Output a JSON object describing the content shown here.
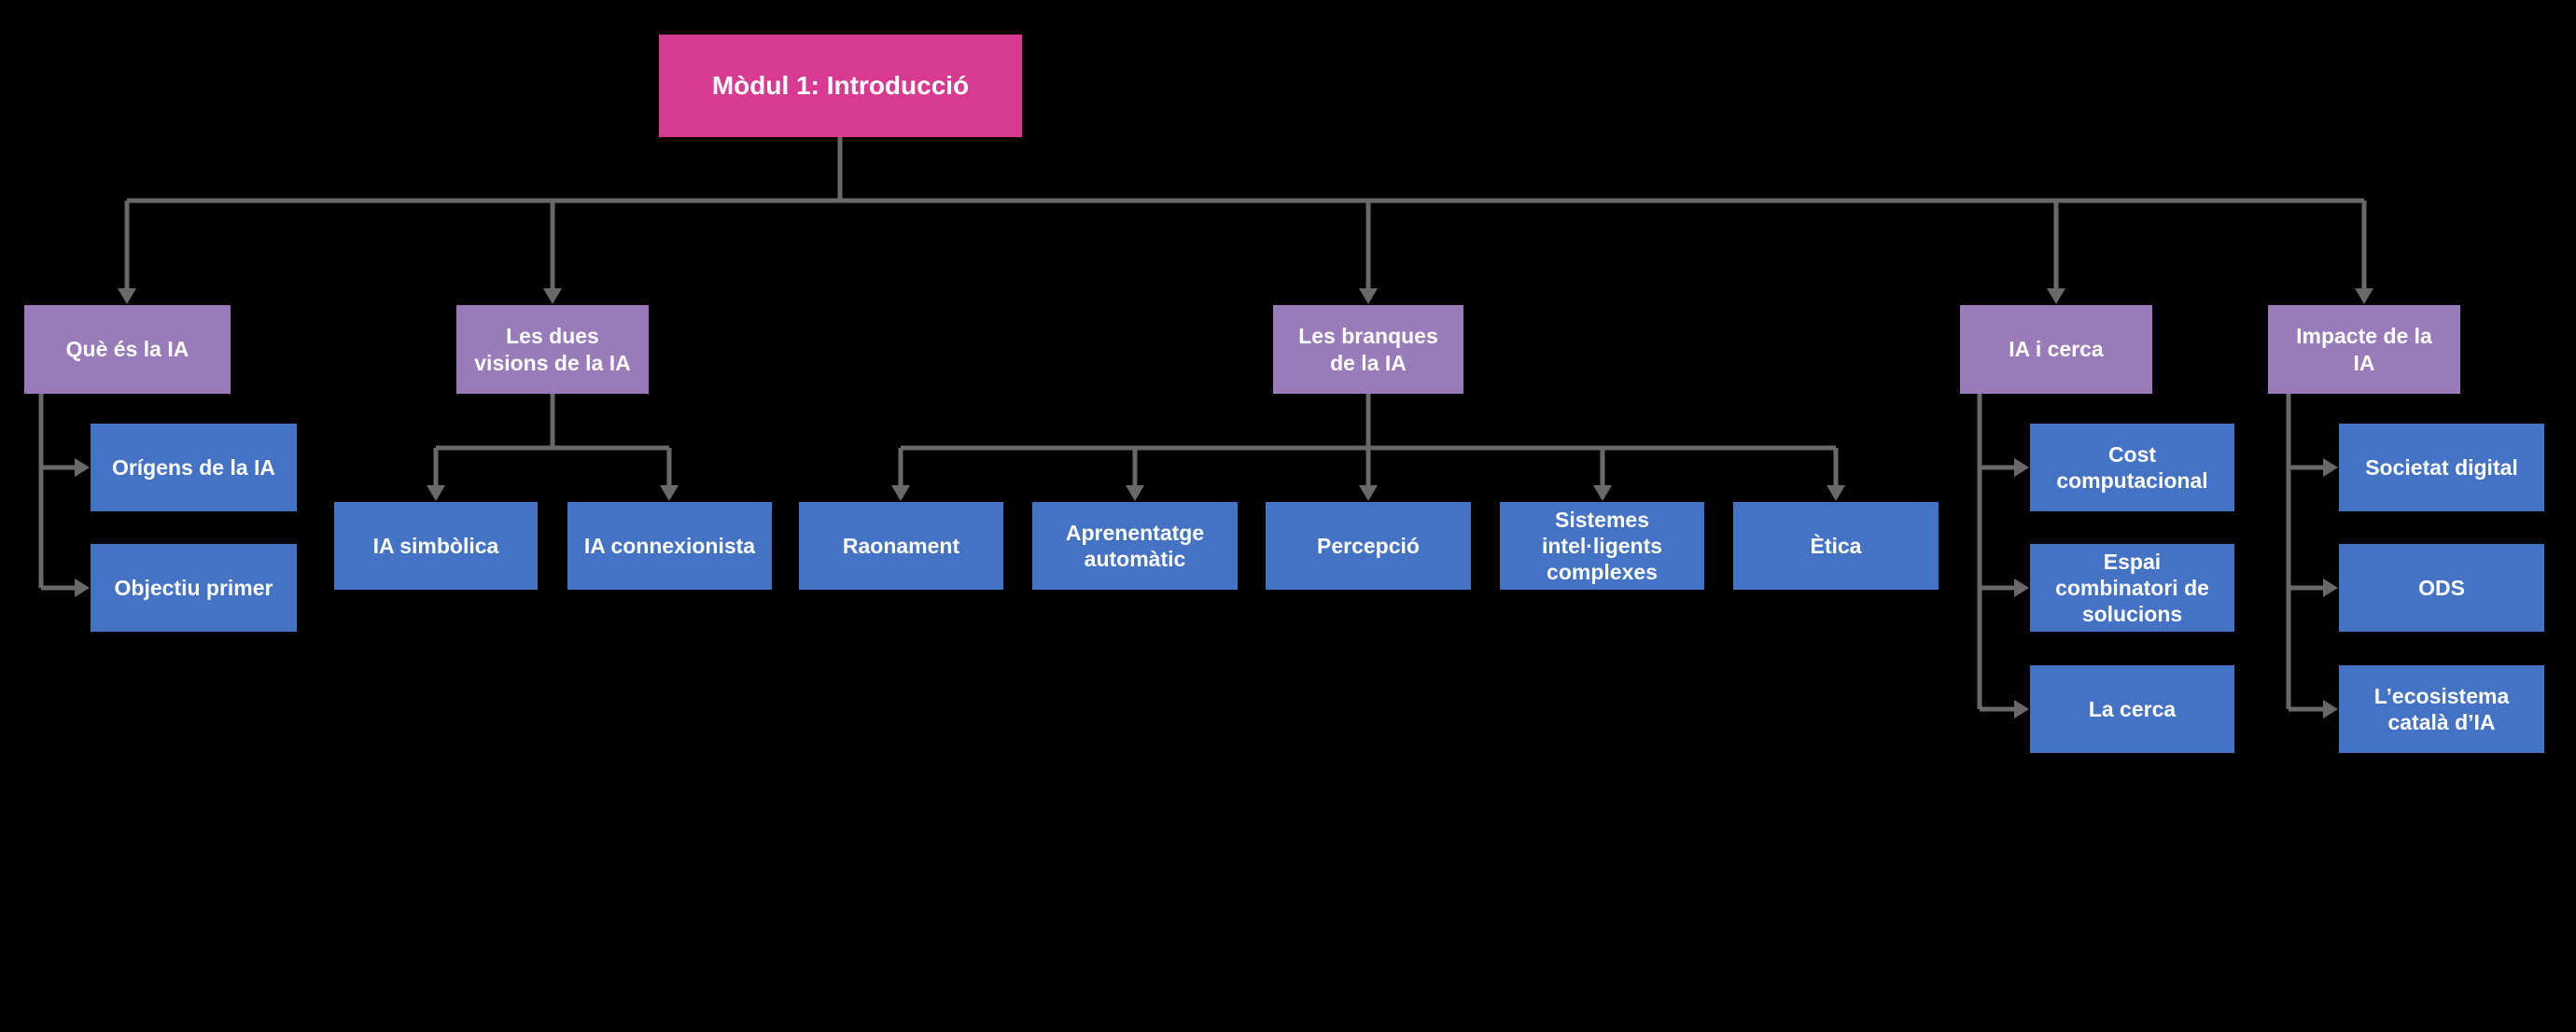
{
  "colors": {
    "pink": "#D83A92",
    "purple": "#9A7BB9",
    "blue": "#4472C4",
    "wire": "#696969"
  },
  "root": {
    "label": "Mòdul 1: Introducció"
  },
  "groups": [
    {
      "parent": {
        "label": "Què és la IA"
      },
      "children": [
        {
          "label": "Orígens de la IA"
        },
        {
          "label": "Objectiu primer"
        }
      ]
    },
    {
      "parent": {
        "label": "Les dues\nvisions de la IA"
      },
      "children": [
        {
          "label": "IA simbòlica"
        },
        {
          "label": "IA connexionista"
        }
      ]
    },
    {
      "parent": {
        "label": "Les branques\nde la IA"
      },
      "children": [
        {
          "label": "Raonament"
        },
        {
          "label": "Aprenentatge\nautomàtic"
        },
        {
          "label": "Percepció"
        },
        {
          "label": "Sistemes\nintel·ligents\ncomplexes"
        },
        {
          "label": "Ètica"
        }
      ]
    },
    {
      "parent": {
        "label": "IA i cerca"
      },
      "children": [
        {
          "label": "Cost\ncomputacional"
        },
        {
          "label": "Espai\ncombinatori de\nsolucions"
        },
        {
          "label": "La cerca"
        }
      ]
    },
    {
      "parent": {
        "label": "Impacte de la\nIA"
      },
      "children": [
        {
          "label": "Societat digital"
        },
        {
          "label": "ODS"
        },
        {
          "label": "L’ecosistema\ncatalà d’IA"
        }
      ]
    }
  ]
}
